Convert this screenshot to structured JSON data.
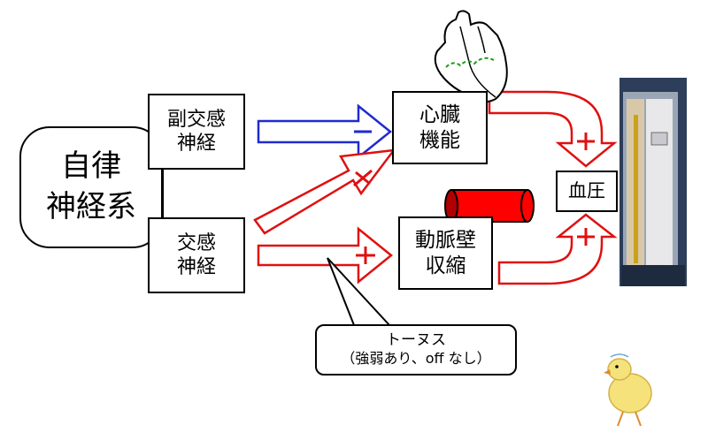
{
  "colors": {
    "parasympathetic": "#1f2ad1",
    "sympathetic": "#e01010",
    "text": "#000000"
  },
  "nodes": {
    "autonomic": "自律\n神経系",
    "parasympathetic": "副交感\n神経",
    "sympathetic": "交感\n神経",
    "cardiac_function": "心臓\n機能",
    "vasoconstriction": "動脈壁\n収縮",
    "blood_pressure": "血圧"
  },
  "callout": {
    "line1": "トーヌス",
    "line2": "（強弱あり、off なし）"
  },
  "icons": [
    "heart-illustration",
    "artery-tube-icon",
    "sphygmomanometer-photo",
    "chick-sketch-icon"
  ]
}
